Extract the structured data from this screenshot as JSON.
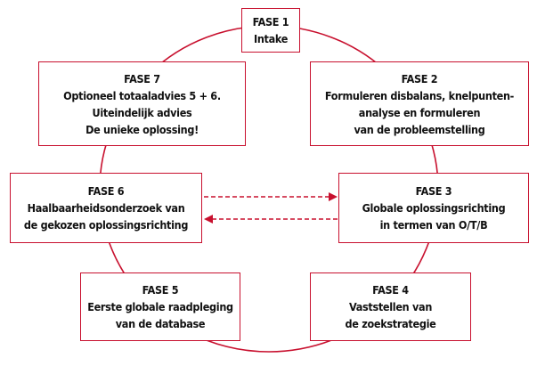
{
  "accent_color": "#c8102e",
  "phases": {
    "fase1": {
      "title": "FASE 1",
      "lines": [
        "Intake"
      ]
    },
    "fase2": {
      "title": "FASE 2",
      "lines": [
        "Formuleren disbalans, knelpunten-",
        "analyse en formuleren",
        "van de probleemstelling"
      ]
    },
    "fase3": {
      "title": "FASE 3",
      "lines": [
        "Globale oplossingsrichting",
        "in termen van O/T/B"
      ]
    },
    "fase4": {
      "title": "FASE 4",
      "lines": [
        "Vaststellen van",
        "de zoekstrategie"
      ]
    },
    "fase5": {
      "title": "FASE 5",
      "lines": [
        "Eerste globale raadpleging",
        "van de database"
      ]
    },
    "fase6": {
      "title": "FASE 6",
      "lines": [
        "Haalbaarheidsonderzoek van",
        "de gekozen oplossingsrichting"
      ]
    },
    "fase7": {
      "title": "FASE 7",
      "lines": [
        "Optioneel totaaladvies 5 + 6.",
        "Uiteindelijk advies",
        "De unieke oplossing!"
      ]
    }
  }
}
